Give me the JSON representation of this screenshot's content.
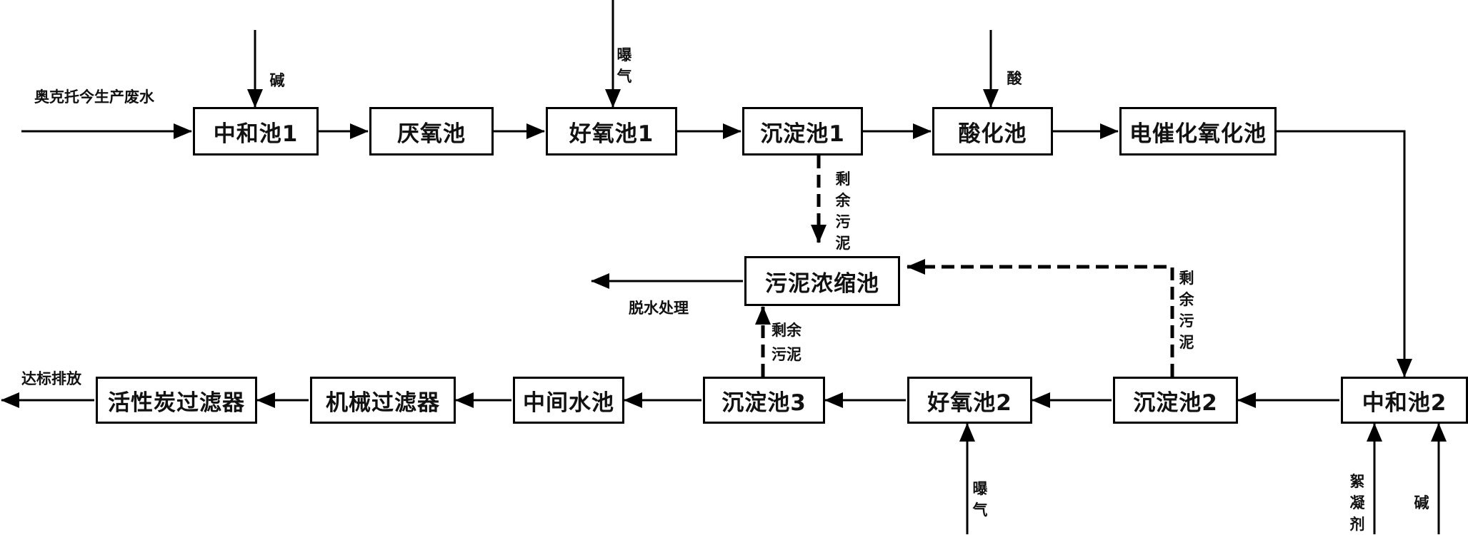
{
  "input_label": "奥克托今生产废水",
  "output_label": "达标排放",
  "dewater_label": "脱水处理",
  "boxes": {
    "neutral1": "中和池1",
    "anaerobic": "厌氧池",
    "aerobic1": "好氧池1",
    "settle1": "沉淀池1",
    "acid": "酸化池",
    "electro": "电催化氧化池",
    "sludge": "污泥浓缩池",
    "neutral2": "中和池2",
    "settle2": "沉淀池2",
    "aerobic2": "好氧池2",
    "settle3": "沉淀池3",
    "mid": "中间水池",
    "mech": "机械过滤器",
    "carbon": "活性炭过滤器"
  },
  "inputs": {
    "alkali1": "碱",
    "aeration1": "曝气",
    "acid_in": "酸",
    "aeration2": "曝气",
    "flocculant": "絮凝剂",
    "alkali2": "碱"
  },
  "sludge_labels": {
    "from_settle1": "剩余污泥",
    "from_settle2": "剩余污泥",
    "from_settle3": "剩余污泥"
  }
}
